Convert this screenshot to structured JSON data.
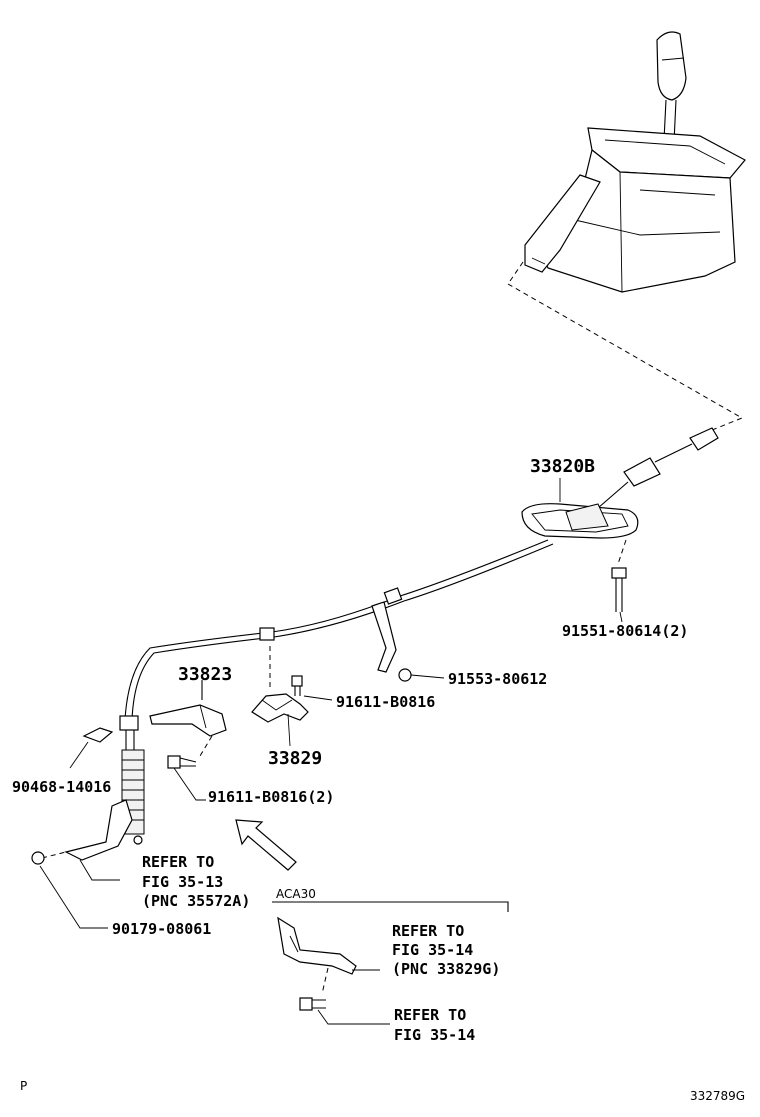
{
  "labels": {
    "p_33820B": "33820B",
    "p_91551": "91551-80614(2)",
    "p_91553": "91553-80612",
    "p_33823": "33823",
    "p_91611a": "91611-B0816",
    "p_33829": "33829",
    "p_90468": "90468-14016",
    "p_91611b": "91611-B0816(2)",
    "ref1_l1": "REFER TO",
    "ref1_l2": "FIG 35-13",
    "ref1_l3": "(PNC 35572A)",
    "p_90179": "90179-08061",
    "model": "ACA30",
    "ref2_l1": "REFER TO",
    "ref2_l2": "FIG 35-14",
    "ref2_l3": "(PNC 33829G)",
    "ref3_l1": "REFER TO",
    "ref3_l2": "FIG 35-14",
    "corner_mark": "P",
    "diagram_id": "332789G"
  }
}
